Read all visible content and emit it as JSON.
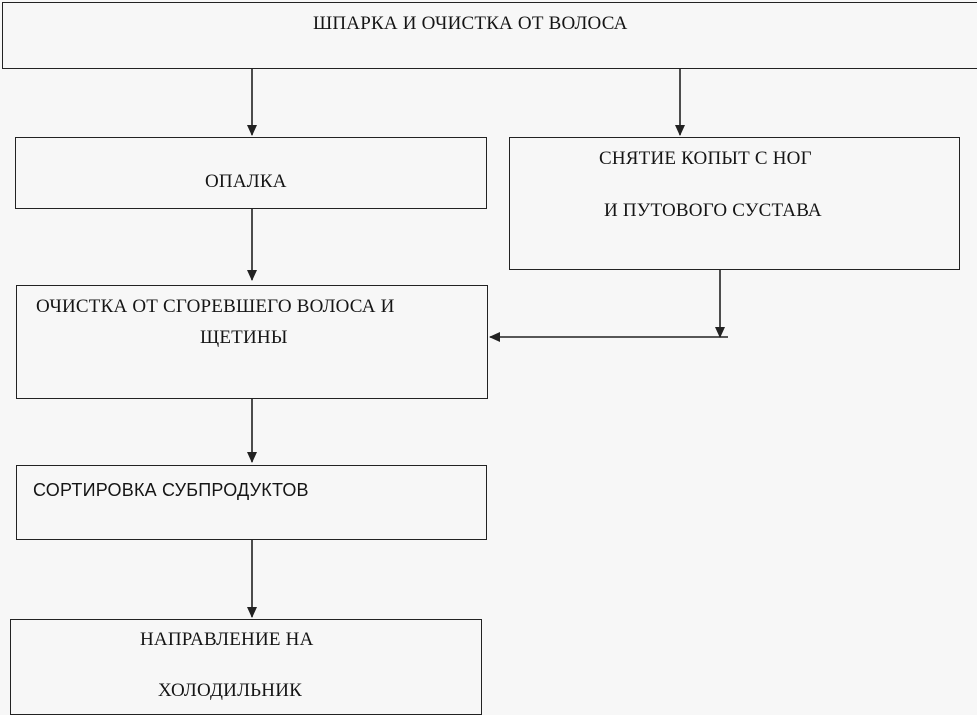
{
  "boxes": {
    "scalding": {
      "line1": "ШПАРКА И ОЧИСТКА ОТ ВОЛОСА"
    },
    "singeing": {
      "line1": "ОПАЛКА"
    },
    "hoof_removal": {
      "line1": "СНЯТИЕ  КОПЫТ  С  НОГ",
      "line2": "И ПУТОВОГО СУСТАВА"
    },
    "cleaning": {
      "line1": "ОЧИСТКА ОТ СГОРЕВШЕГО ВОЛОСА И",
      "line2": "ЩЕТИНЫ"
    },
    "sorting": {
      "line1": "СОРТИРОВКА СУБПРОДУКТОВ"
    },
    "refrigerator": {
      "line1": "НАПРАВЛЕНИЕ НА",
      "line2": "ХОЛОДИЛЬНИК"
    }
  },
  "colors": {
    "background": "#f7f7f7",
    "stroke": "#222222"
  }
}
